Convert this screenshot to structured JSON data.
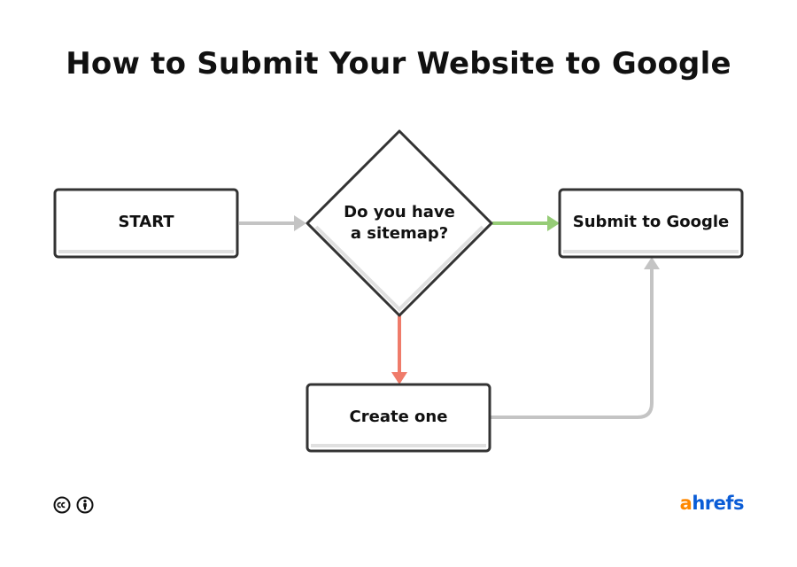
{
  "title": "How to Submit Your Website to Google",
  "nodes": {
    "start": "START",
    "decision_line1": "Do you have",
    "decision_line2": "a sitemap?",
    "submit": "Submit to Google",
    "create": "Create one"
  },
  "colors": {
    "node_border": "#333333",
    "node_shadow": "#e0e0e0",
    "arrow_default": "#c4c4c4",
    "arrow_yes": "#96cc77",
    "arrow_no": "#ef7b6a"
  },
  "footer": {
    "license_icons": [
      "creative-commons-icon",
      "attribution-icon"
    ],
    "brand_first": "a",
    "brand_rest": "hrefs"
  }
}
